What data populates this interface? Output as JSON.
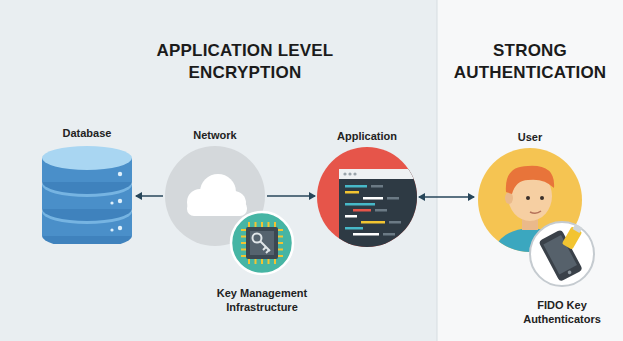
{
  "diagram": {
    "nodes": [
      {
        "text": [
          "APPLICATION LEVEL ENCRYPTION"
        ]
      },
      {
        "text": [
          "Database"
        ],
        "in": 0
      },
      {
        "text": [
          "Network"
        ],
        "in": 0
      },
      {
        "text": [
          "Key Management Infrastructure"
        ],
        "in": 0
      },
      {
        "text": [
          "Application"
        ],
        "in": 0
      },
      {
        "text": [
          "STRONG AUTHENTICATION"
        ]
      },
      {
        "text": [
          "User"
        ],
        "in": 5
      },
      {
        "text": [
          "FIDO Key Authenticators"
        ],
        "in": 5
      }
    ],
    "edges": [
      {
        "from": 2,
        "to": 1,
        "arrow": "to"
      },
      {
        "from": 2,
        "to": 4,
        "arrow": "to"
      },
      {
        "from": 4,
        "to": 6,
        "arrow": "both"
      }
    ]
  }
}
